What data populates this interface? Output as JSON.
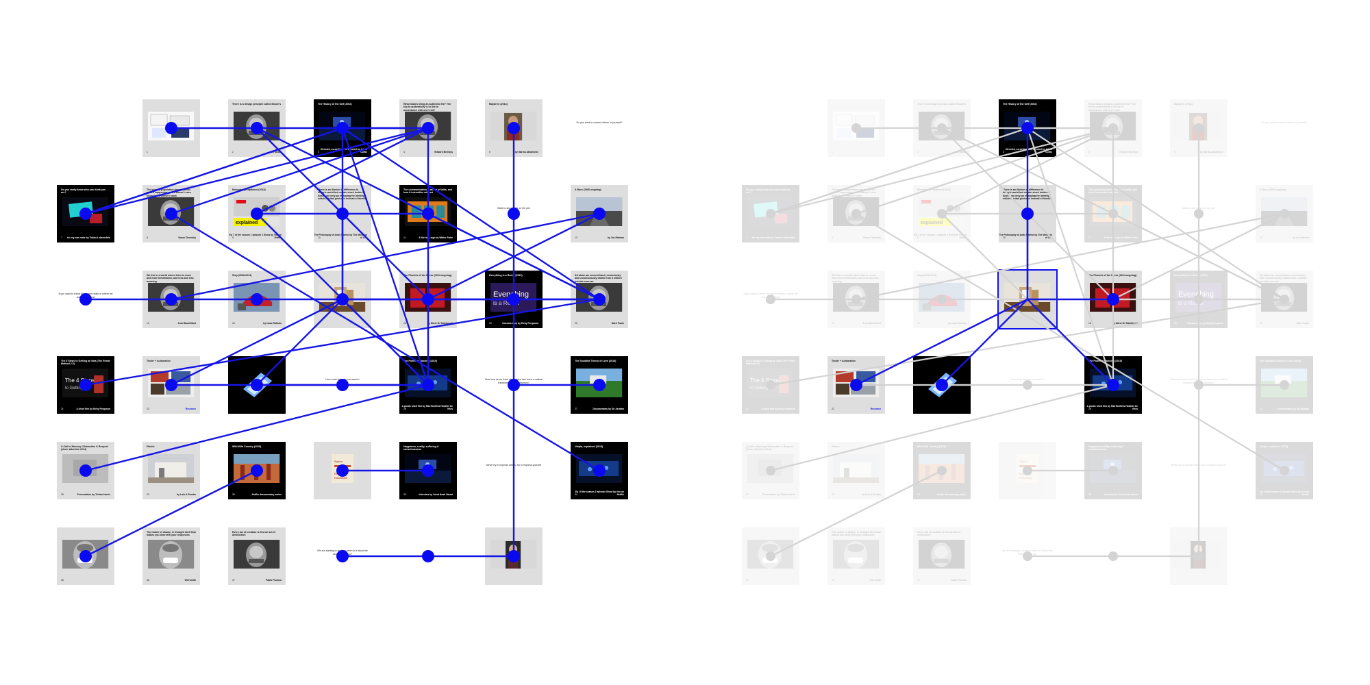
{
  "colors": {
    "edge_active": "#1515e6",
    "node_active": "#0a0af0",
    "edge_inactive": "#d3d3d3",
    "background": "#ffffff"
  },
  "tiles": [
    {
      "id": "t1",
      "title": "",
      "number": "1",
      "caption": "",
      "style": "gray",
      "art": "screens"
    },
    {
      "id": "t2",
      "title": "There is a design principle called Moore’s",
      "number": "2",
      "caption": "Bill Moore",
      "style": "gray",
      "art": "bwface"
    },
    {
      "id": "t3",
      "title": "The History of the Self (2002)",
      "number": "3",
      "caption": "Directed, co-written and directed by Adam Curtis",
      "style": "dark",
      "art": "stage"
    },
    {
      "id": "t4",
      "title": "What makes living an authentic life? The key to authenticity is to live in accordance with one’s self",
      "number": "4",
      "caption": "Edward Bernays",
      "style": "gray",
      "art": "bwface"
    },
    {
      "id": "t5",
      "title": "Maybe in (2014)",
      "number": "5",
      "caption": "by Marina Abramović",
      "style": "gray",
      "art": "portrait"
    },
    {
      "id": "t6",
      "title": "",
      "number": "",
      "caption": "",
      "style": "textonly",
      "note": "Do you want to contact others in yourself?"
    },
    {
      "id": "t7",
      "title": "Do you really know who you think you are?",
      "number": "7",
      "caption": "for my own sake by Tobias Leibenstein",
      "style": "dark",
      "art": "teal"
    },
    {
      "id": "t8",
      "title": "The general population doesn’t know what’s happening, and it doesn’t even know that it doesn’t know",
      "number": "8",
      "caption": "Noam Chomsky",
      "style": "gray",
      "art": "bwface"
    },
    {
      "id": "t9",
      "title": "Monogamy, explained (2018)",
      "number": "9",
      "caption": "Ep 7 of the season 1 episode 1 Show by Vox on Netflix",
      "style": "gray",
      "art": "netflix"
    },
    {
      "id": "t10",
      "title": "There is an illusion of difference in today’s world but remain stuck inside of boxes, we only go shopping for identity which is tribal gestures instead of identity",
      "number": "10",
      "caption": "The Philosophy of Andy Warhol by The Museum of Life",
      "style": "gray",
      "art": "none"
    },
    {
      "id": "t11",
      "title": "The communication is as act of talks, and how it intensifies with art",
      "number": "11",
      "caption": "& the tale, sign by Walter Pater",
      "style": "dark",
      "art": "orange"
    },
    {
      "id": "t12",
      "title": "",
      "number": "",
      "caption": "",
      "style": "textonly",
      "note": "Want to see what’s on the pile"
    },
    {
      "id": "t13",
      "title": "A Burn (2000-ongoing)",
      "number": "13",
      "caption": "by Jon Rafman",
      "style": "gray",
      "art": "road"
    },
    {
      "id": "t14",
      "title": "",
      "number": "",
      "caption": "",
      "style": "textonly",
      "note": "If you want to check the current state of where we are, see the next"
    },
    {
      "id": "t15",
      "title": "We live in a world where there is more and more information, and less and less meaning",
      "number": "15",
      "caption": "Jean Baudrillard",
      "style": "gray",
      "art": "bwface"
    },
    {
      "id": "t16",
      "title": "Step (2008-2013)",
      "number": "16",
      "caption": "by Isaac Rafman",
      "style": "gray",
      "art": "redobj"
    },
    {
      "id": "t17",
      "title": "",
      "number": "",
      "caption": "",
      "style": "gray",
      "art": "room"
    },
    {
      "id": "t18",
      "title": "The Phoenix of the Mirror (2014-ongoing)",
      "number": "18",
      "caption": "by Marie M. Stahlbrand",
      "style": "gray",
      "art": "reddoor"
    },
    {
      "id": "t19",
      "title": "Everything is a Remix (2010)",
      "number": "19",
      "caption": "Documentary by Kirby Ferguson",
      "style": "dark",
      "art": "remix"
    },
    {
      "id": "t20",
      "title": "All ideas are second-hand, consciously and unconsciously drawn from a million outside sources",
      "number": "20",
      "caption": "Mark Twain",
      "style": "gray",
      "art": "bwface"
    },
    {
      "id": "t21",
      "title": "The 5 Steps to Getting an Idea (The Remix Method 2.0)",
      "number": "21",
      "caption": "A short film by Kirby Ferguson",
      "style": "dark",
      "art": "talk"
    },
    {
      "id": "t22",
      "title": "Tinder + Automation",
      "number": "22",
      "caption": "Research",
      "style": "gray",
      "art": "collage"
    },
    {
      "id": "t23",
      "title": "",
      "number": "",
      "caption": "",
      "style": "dark",
      "art": "phone"
    },
    {
      "id": "t24",
      "title": "",
      "number": "",
      "caption": "",
      "style": "textonly",
      "note": "How much time do you want to"
    },
    {
      "id": "t25",
      "title": "The Power in Dancing (2019)",
      "number": "25",
      "caption": "A poetic short film by Mia Hewitt & Heather De Vries",
      "style": "dark",
      "art": "bluestage"
    },
    {
      "id": "t26",
      "title": "",
      "number": "",
      "caption": "",
      "style": "textonly",
      "note": "Now how do we think when there has come a radical transformation, an absence?"
    },
    {
      "id": "t27",
      "title": "The Socialist Theory of Love (2016)",
      "number": "27",
      "caption": "Documentary by Sir Asrafan",
      "style": "dark",
      "art": "green"
    },
    {
      "id": "t28",
      "title": "A Call to Memory: Distraction & Respect (cheer attention 2014)",
      "number": "28",
      "caption": "Presentation by Tristan Harris",
      "style": "gray",
      "art": "grayimg"
    },
    {
      "id": "t29",
      "title": "Plastic",
      "number": "29",
      "caption": "by Lalo & Rombo",
      "style": "gray",
      "art": "building"
    },
    {
      "id": "t30",
      "title": "Wild Wild Country (2018)",
      "number": "30",
      "caption": "Netflix documentary series",
      "style": "dark",
      "art": "desert"
    },
    {
      "id": "t31",
      "title": "",
      "number": "",
      "caption": "",
      "style": "gray",
      "art": "book"
    },
    {
      "id": "t32",
      "title": "Happiness, reality, suffering & consciousness",
      "number": "32",
      "caption": "Interview by Yuval Noah Harari",
      "style": "dark",
      "art": "stage"
    },
    {
      "id": "t33",
      "title": "",
      "number": "",
      "caption": "",
      "style": "textonly",
      "note": "Never try to impress others, try to impress yourself"
    },
    {
      "id": "t34",
      "title": "Utopia, explained (2018)",
      "number": "34",
      "caption": "Ep 10 the season 2 episode Show by Vox on Netflix",
      "style": "dark",
      "art": "bluestage"
    },
    {
      "id": "t35",
      "title": "",
      "number": "35",
      "caption": "",
      "style": "gray",
      "art": "bwface2"
    },
    {
      "id": "t36",
      "title": "The nature of shame, in thought itself that makes you deal with your responses",
      "number": "36",
      "caption": "Will Smith",
      "style": "gray",
      "art": "bwface2"
    },
    {
      "id": "t37",
      "title": "Every act of creation is first an act of destruction",
      "number": "37",
      "caption": "Pablo Picasso",
      "style": "gray",
      "art": "bwface"
    },
    {
      "id": "t38",
      "title": "",
      "number": "",
      "caption": "",
      "style": "textonly",
      "note": "We are starting to analyze when is it about the where did we go?"
    },
    {
      "id": "t40",
      "title": "",
      "number": "",
      "caption": "",
      "style": "gray",
      "art": "portrait2"
    }
  ]
}
